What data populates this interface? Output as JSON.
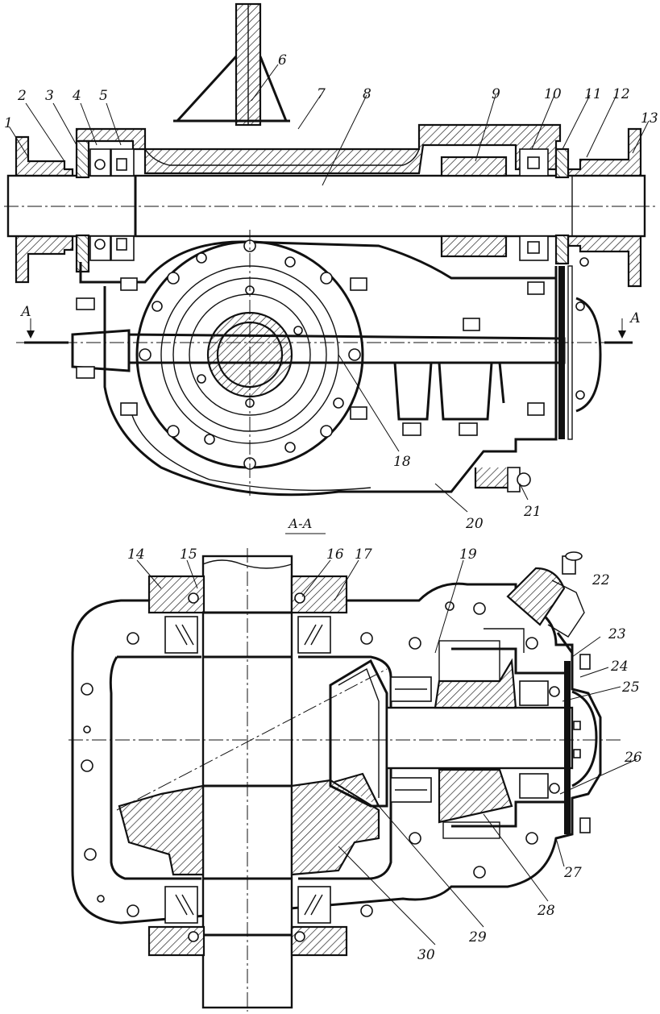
{
  "drawing": {
    "section_title": "А-А",
    "section_marker_left": "А",
    "section_marker_right": "А",
    "callouts": [
      {
        "id": "c1",
        "text": "1"
      },
      {
        "id": "c2",
        "text": "2"
      },
      {
        "id": "c3",
        "text": "3"
      },
      {
        "id": "c4",
        "text": "4"
      },
      {
        "id": "c5",
        "text": "5"
      },
      {
        "id": "c6",
        "text": "6"
      },
      {
        "id": "c7",
        "text": "7"
      },
      {
        "id": "c8",
        "text": "8"
      },
      {
        "id": "c9",
        "text": "9"
      },
      {
        "id": "c10",
        "text": "10"
      },
      {
        "id": "c11",
        "text": "11"
      },
      {
        "id": "c12",
        "text": "12"
      },
      {
        "id": "c13",
        "text": "13"
      },
      {
        "id": "c14",
        "text": "14"
      },
      {
        "id": "c15",
        "text": "15"
      },
      {
        "id": "c16",
        "text": "16"
      },
      {
        "id": "c17",
        "text": "17"
      },
      {
        "id": "c18",
        "text": "18"
      },
      {
        "id": "c19",
        "text": "19"
      },
      {
        "id": "c20",
        "text": "20"
      },
      {
        "id": "c21",
        "text": "21"
      },
      {
        "id": "c22",
        "text": "22"
      },
      {
        "id": "c23",
        "text": "23"
      },
      {
        "id": "c24",
        "text": "24"
      },
      {
        "id": "c25",
        "text": "25"
      },
      {
        "id": "c26",
        "text": "26"
      },
      {
        "id": "c27",
        "text": "27"
      },
      {
        "id": "c28",
        "text": "28"
      },
      {
        "id": "c29",
        "text": "29"
      },
      {
        "id": "c30",
        "text": "30"
      }
    ]
  }
}
